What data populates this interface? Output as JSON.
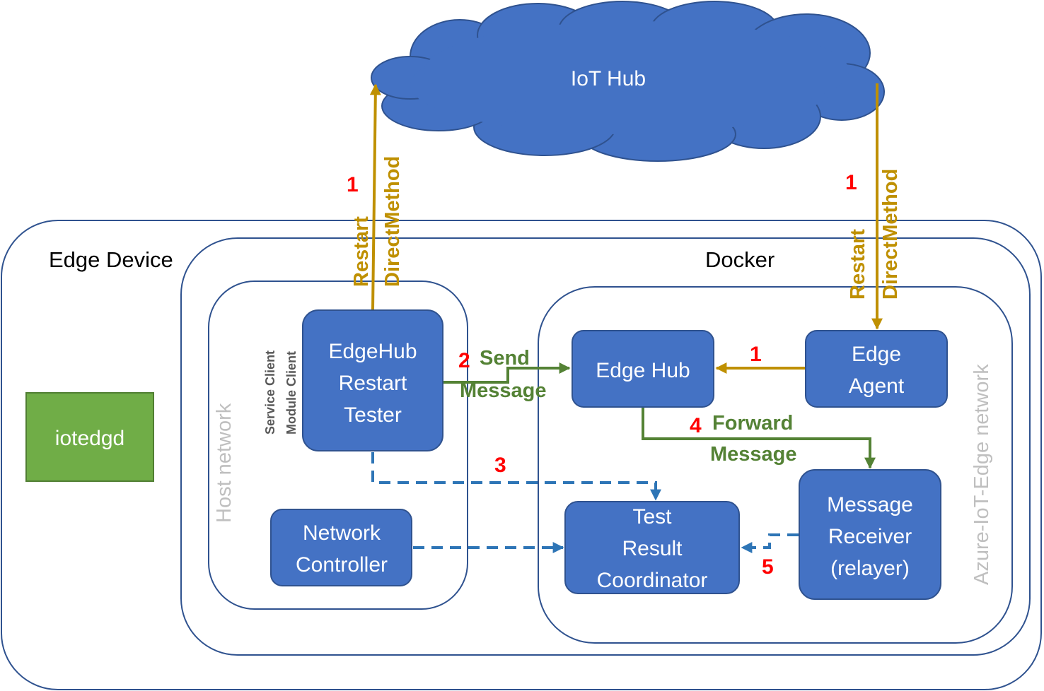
{
  "colors": {
    "box_fill": "#4472c4",
    "box_stroke": "#2f528f",
    "green_box": "#70ad47",
    "green_stroke": "#507e32",
    "gold_arrow": "#bf9000",
    "green_arrow": "#548235",
    "blue_dashed": "#2e75b6",
    "step_red": "#ff0000"
  },
  "cloud": {
    "label": "IoT Hub"
  },
  "containers": {
    "edge_device": "Edge Device",
    "docker": "Docker",
    "host_network": "Host network",
    "azure_network": "Azure-IoT-Edge network"
  },
  "boxes": {
    "iotedgd": "iotedgd",
    "tester": [
      "EdgeHub",
      "Restart",
      "Tester"
    ],
    "network_controller": [
      "Network",
      "Controller"
    ],
    "edge_hub": "Edge Hub",
    "edge_agent": [
      "Edge",
      "Agent"
    ],
    "test_result_coordinator": [
      "Test",
      "Result",
      "Coordinator"
    ],
    "message_receiver": [
      "Message",
      "Receiver",
      "(relayer)"
    ]
  },
  "tester_clients": {
    "service_client": "Service Client",
    "module_client": "Module Client"
  },
  "arrows": {
    "left_direct_method": {
      "step": "1",
      "line1": "Restart",
      "line2": "DirectMethod"
    },
    "right_direct_method": {
      "step": "1",
      "line1": "Restart",
      "line2": "DirectMethod"
    },
    "agent_to_hub": {
      "step": "1"
    },
    "send_message": {
      "step": "2",
      "line1": "Send",
      "line2": "Message"
    },
    "tester_to_coordinator": {
      "step": "3"
    },
    "forward_message": {
      "step": "4",
      "line1": "Forward",
      "line2": "Message"
    },
    "receiver_to_coordinator": {
      "step": "5"
    }
  }
}
